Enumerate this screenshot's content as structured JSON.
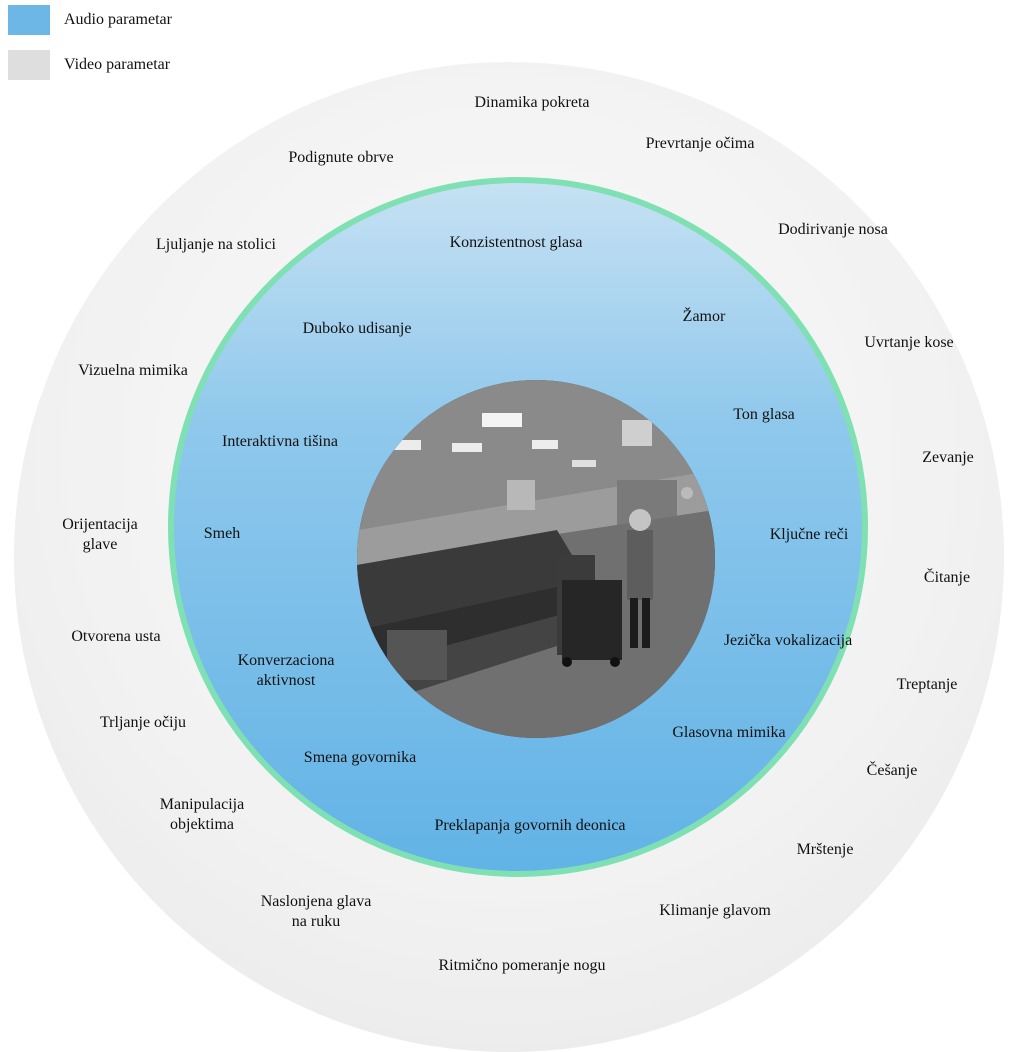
{
  "legend": {
    "audio_label": "Audio parametar",
    "video_label": "Video parametar",
    "audio_color": "#6db7e6",
    "video_color": "#dedede"
  },
  "photo": {
    "description_icon": "lecture-hall-photo"
  },
  "audio_params": {
    "konzistentnost": "Konzistentnost glasa",
    "zamor": "Žamor",
    "duboko": "Duboko udisanje",
    "ton": "Ton glasa",
    "interaktivna": "Interaktivna tišina",
    "smeh": "Smeh",
    "kljucne": "Ključne reči",
    "jezicka": "Jezička vokalizacija",
    "konverzaciona_1": "Konverzaciona",
    "konverzaciona_2": "aktivnost",
    "glasovna": "Glasovna mimika",
    "smena": "Smena govornika",
    "preklapanja": "Preklapanja govornih deonica"
  },
  "video_params": {
    "dinamika": "Dinamika pokreta",
    "prevrtanje": "Prevrtanje očima",
    "podignute": "Podignute obrve",
    "ljuljanje": "Ljuljanje na stolici",
    "dodirivanje": "Dodirivanje nosa",
    "uvrtanje": "Uvrtanje kose",
    "vizuelna": "Vizuelna mimika",
    "zevanje": "Zevanje",
    "orijentacija_1": "Orijentacija",
    "orijentacija_2": "glave",
    "citanje": "Čitanje",
    "otvorena": "Otvorena usta",
    "treptanje": "Treptanje",
    "trljanje": "Trljanje očiju",
    "cesanje": "Češanje",
    "manipulacija_1": "Manipulacija",
    "manipulacija_2": "objektima",
    "mrstenje": "Mrštenje",
    "naslonjena_1": "Naslonjena glava",
    "naslonjena_2": "na ruku",
    "klimanje": "Klimanje glavom",
    "ritmicno": "Ritmično pomeranje nogu"
  }
}
